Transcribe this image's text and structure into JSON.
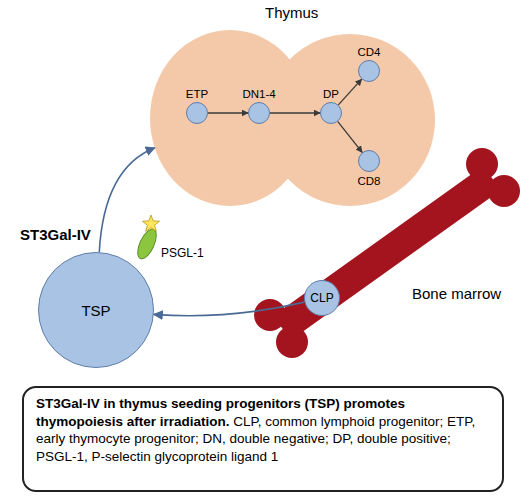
{
  "diagram": {
    "nodes": [
      {
        "text": [
          "Thymus"
        ]
      },
      {
        "text": [
          "ETP"
        ],
        "in": 0
      },
      {
        "text": [
          "DN1-4"
        ],
        "in": 0
      },
      {
        "text": [
          "DP"
        ],
        "in": 0
      },
      {
        "text": [
          "CD4"
        ],
        "in": 0
      },
      {
        "text": [
          "CD8"
        ],
        "in": 0
      },
      {
        "text": [
          "PSGL-1"
        ]
      },
      {
        "text": [
          "TSP"
        ]
      },
      {
        "text": [
          "Bone marrow"
        ]
      },
      {
        "text": [
          "CLP"
        ],
        "in": 8
      },
      {
        "text": [
          "ST3Gal-IV in thymus seeding progenitors (TSP) promotes thymopoiesis after irradiation.",
          "CLP, common lymphoid progenitor; ETP, early thymocyte progenitor; DN, double negative; DP, double positive; PSGL-1, P-selectin glycoprotein ligand 1"
        ]
      }
    ],
    "edges": [
      {
        "from": 1,
        "to": 2,
        "arrow": "to"
      },
      {
        "from": 2,
        "to": 3,
        "arrow": "to"
      },
      {
        "from": 3,
        "to": 4,
        "arrow": "to"
      },
      {
        "from": 3,
        "to": 5,
        "arrow": "to"
      },
      {
        "from": 9,
        "to": 7,
        "arrow": "to"
      },
      {
        "from": 7,
        "to": 0,
        "arrow": "to"
      }
    ],
    "labels": [
      "ST3Gal-IV"
    ]
  }
}
